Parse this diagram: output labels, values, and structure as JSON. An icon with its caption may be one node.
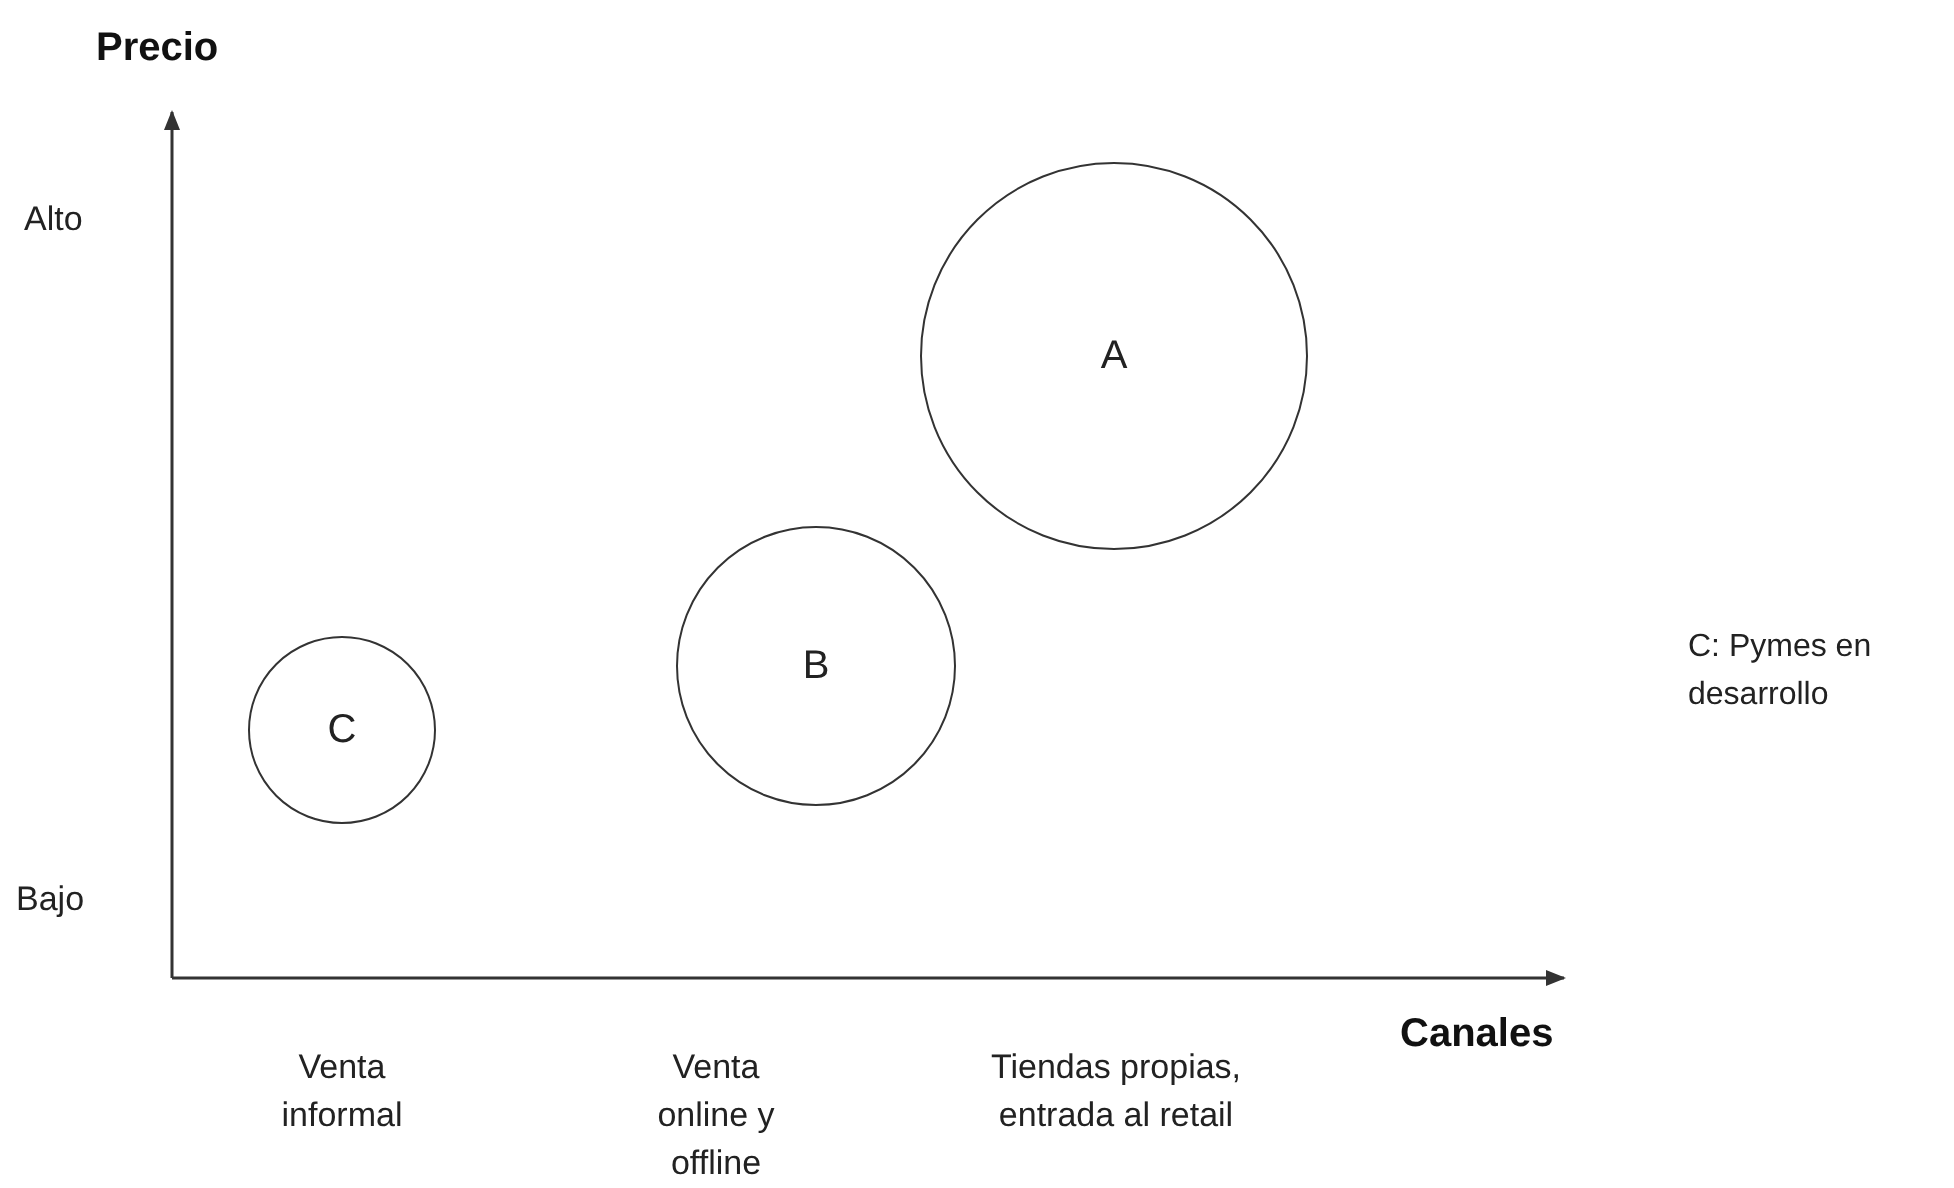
{
  "diagram": {
    "nodes": [
      {
        "text": [
          "A"
        ]
      },
      {
        "text": [
          "B"
        ]
      },
      {
        "text": [
          "C"
        ]
      }
    ],
    "labels": [
      "Precio",
      "Alto",
      "C: Pymes en desarrollo",
      "Bajo",
      "Canales",
      "Venta informal",
      "Venta online y offline",
      "Tiendas propias, entrada al retail"
    ]
  }
}
